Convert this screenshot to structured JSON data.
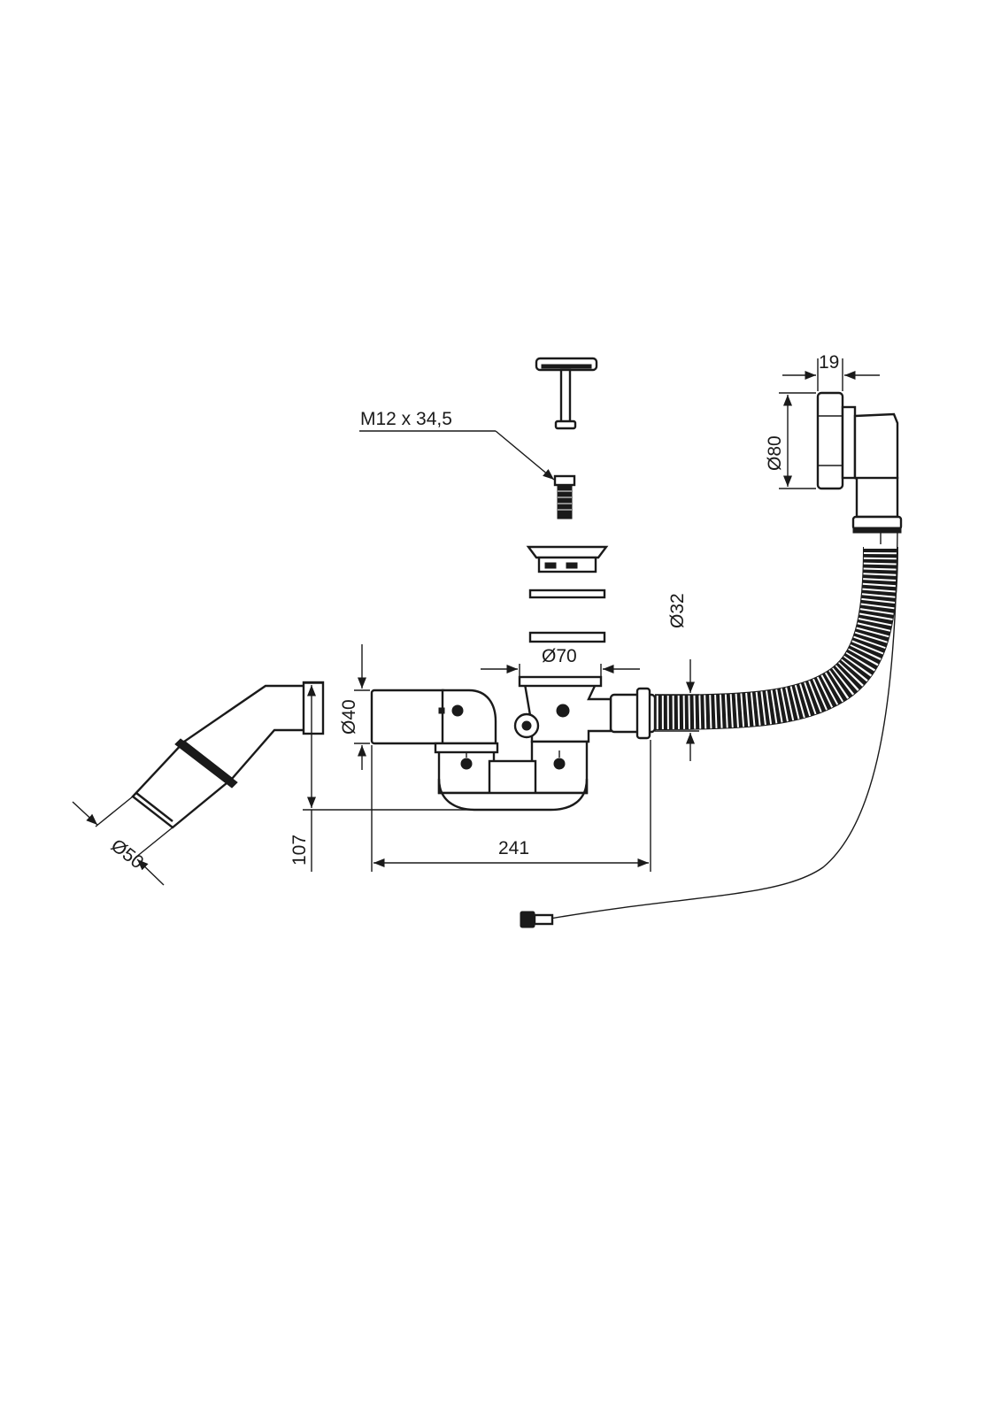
{
  "diagram": {
    "type": "technical-drawing",
    "dimensions": {
      "thread": "M12 x 34,5",
      "overflow_depth": "19",
      "overflow_diameter": "Ø80",
      "hose_diameter": "Ø32",
      "strainer_diameter": "Ø70",
      "outlet_diameter": "Ø40",
      "pipe_diameter": "Ø50",
      "height": "107",
      "width": "241"
    }
  }
}
